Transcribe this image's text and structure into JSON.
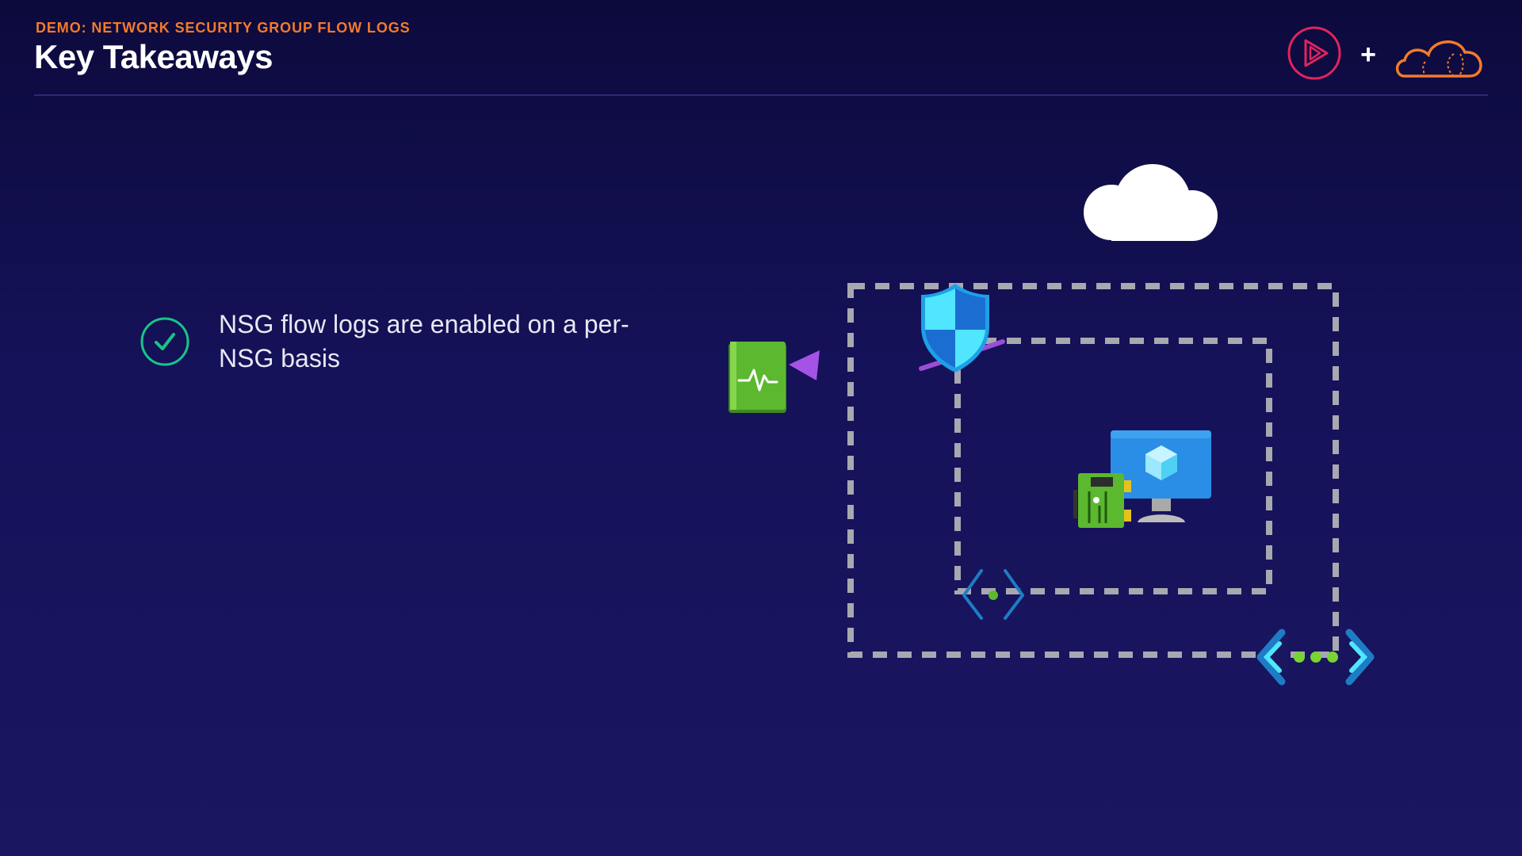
{
  "header": {
    "eyebrow": "DEMO: NETWORK SECURITY GROUP FLOW LOGS",
    "title": "Key Takeaways"
  },
  "brand": {
    "plus": "+",
    "icons": [
      "pluralsight-play-icon",
      "cloud-academy-cloud-icon"
    ],
    "colors": {
      "play": "#e0245e",
      "cloud": "#f47a2b"
    }
  },
  "takeaways": [
    {
      "icon": "checkmark-circle-icon",
      "text": "NSG flow logs are enabled on a per-NSG basis"
    }
  ],
  "diagram": {
    "icons": [
      "cloud-icon",
      "nsg-shield-icon",
      "flow-log-storage-icon",
      "virtual-machine-icon",
      "network-interface-icon",
      "subnet-icon",
      "virtual-network-icon"
    ],
    "colors": {
      "dashed_border": "#a8a8b0",
      "arrow": "#9b4dd8",
      "shield": "#1ea0e8",
      "storage": "#5cb82e",
      "vm": "#2a8ee6"
    }
  }
}
